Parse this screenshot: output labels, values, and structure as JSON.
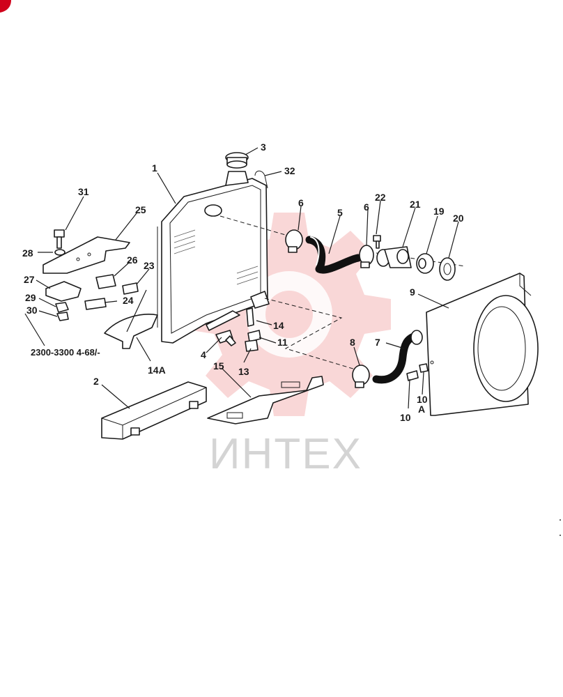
{
  "watermark": {
    "text": "ИНТЕХ",
    "color": "#f7c9c9"
  },
  "caption": "2300-3300 4-68/-",
  "callouts": [
    {
      "id": "c1",
      "label": "1"
    },
    {
      "id": "c2",
      "label": "2"
    },
    {
      "id": "c3",
      "label": "3"
    },
    {
      "id": "c4",
      "label": "4"
    },
    {
      "id": "c5",
      "label": "5"
    },
    {
      "id": "c6a",
      "label": "6"
    },
    {
      "id": "c6b",
      "label": "6"
    },
    {
      "id": "c7",
      "label": "7"
    },
    {
      "id": "c8",
      "label": "8"
    },
    {
      "id": "c9",
      "label": "9"
    },
    {
      "id": "c10a",
      "label": "10"
    },
    {
      "id": "c10b",
      "label": "10"
    },
    {
      "id": "c10A",
      "label": "A"
    },
    {
      "id": "c11",
      "label": "11"
    },
    {
      "id": "c13",
      "label": "13"
    },
    {
      "id": "c14",
      "label": "14"
    },
    {
      "id": "c14A",
      "label": "14A"
    },
    {
      "id": "c15",
      "label": "15"
    },
    {
      "id": "c19",
      "label": "19"
    },
    {
      "id": "c20",
      "label": "20"
    },
    {
      "id": "c21",
      "label": "21"
    },
    {
      "id": "c22",
      "label": "22"
    },
    {
      "id": "c23",
      "label": "23"
    },
    {
      "id": "c24",
      "label": "24"
    },
    {
      "id": "c25",
      "label": "25"
    },
    {
      "id": "c26",
      "label": "26"
    },
    {
      "id": "c27",
      "label": "27"
    },
    {
      "id": "c28",
      "label": "28"
    },
    {
      "id": "c29",
      "label": "29"
    },
    {
      "id": "c30",
      "label": "30"
    },
    {
      "id": "c31",
      "label": "31"
    },
    {
      "id": "c32",
      "label": "32"
    }
  ]
}
